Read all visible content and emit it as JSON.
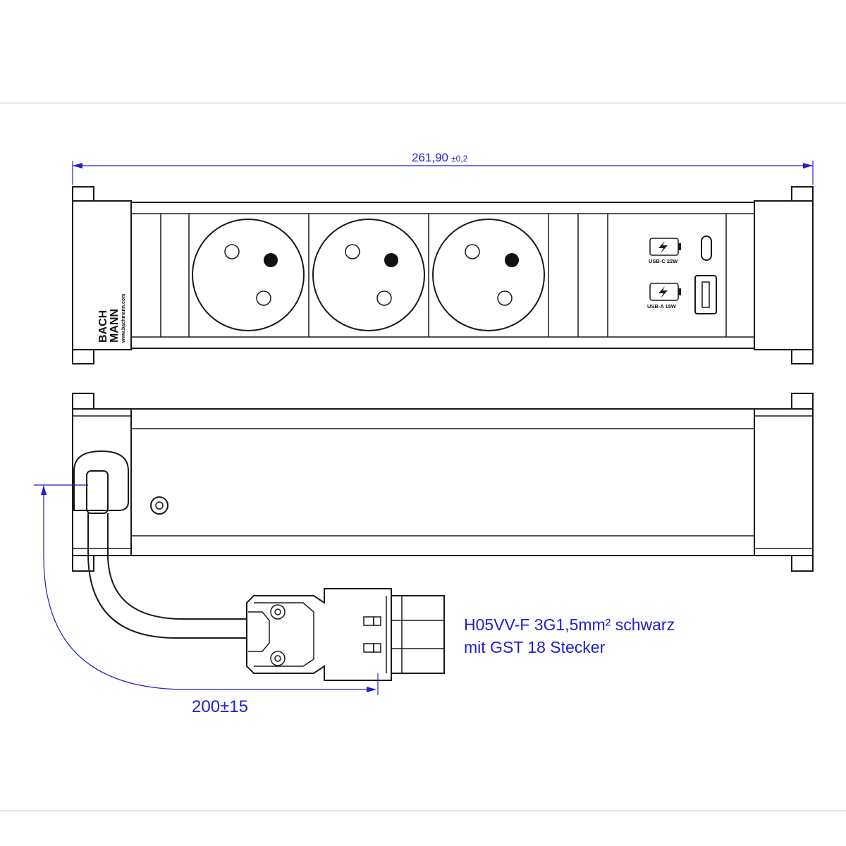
{
  "dimensions": {
    "total_length": "261,90",
    "total_length_tolerance": "±0,2",
    "cable_length": "200±15"
  },
  "cable_note": {
    "line1": "H05VV-F 3G1,5mm² schwarz",
    "line2": "mit GST 18 Stecker"
  },
  "brand": {
    "logo_line1": "BACH",
    "logo_line2": "MANN",
    "url": "www.bachmann.com"
  },
  "usb": {
    "c_label": "USB-C 22W",
    "a_label": "USB-A 15W"
  },
  "colors": {
    "line": "#1a1a1a",
    "dimension": "#1f1fcf"
  }
}
